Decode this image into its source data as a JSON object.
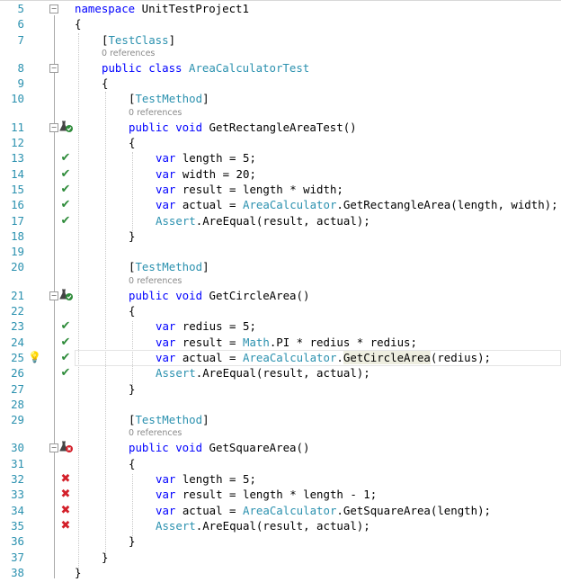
{
  "colors": {
    "keyword": "#0000ff",
    "type": "#2b91af",
    "plain": "#000000",
    "line_number": "#2b91af",
    "pass": "#2e8b3a",
    "fail": "#d3202a"
  },
  "ref_label": "0 references",
  "lines": [
    {
      "num": "5",
      "fold": true,
      "tokens": [
        [
          "namespace ",
          "k"
        ],
        [
          "UnitTestProject1",
          ""
        ]
      ]
    },
    {
      "num": "6",
      "indent": 0,
      "tokens": [
        [
          "{",
          ""
        ]
      ]
    },
    {
      "num": "7",
      "indent": 1,
      "tokens": [
        [
          "[",
          ""
        ],
        [
          "TestClass",
          "t"
        ],
        [
          "]",
          ""
        ]
      ],
      "refs_after": true
    },
    {
      "num": "8",
      "indent": 1,
      "fold": true,
      "tokens": [
        [
          "public class ",
          "k"
        ],
        [
          "AreaCalculatorTest",
          "t"
        ]
      ]
    },
    {
      "num": "9",
      "indent": 1,
      "tokens": [
        [
          "{",
          ""
        ]
      ]
    },
    {
      "num": "10",
      "indent": 2,
      "tokens": [
        [
          "[",
          ""
        ],
        [
          "TestMethod",
          "t"
        ],
        [
          "]",
          ""
        ]
      ],
      "refs_after": true
    },
    {
      "num": "11",
      "indent": 2,
      "fold": true,
      "marker": "flask-pass",
      "tokens": [
        [
          "public void ",
          "k"
        ],
        [
          "GetRectangleAreaTest()",
          ""
        ]
      ]
    },
    {
      "num": "12",
      "indent": 2,
      "tokens": [
        [
          "{",
          ""
        ]
      ]
    },
    {
      "num": "13",
      "indent": 3,
      "marker": "pass",
      "tokens": [
        [
          "var ",
          "k"
        ],
        [
          "length = 5;",
          ""
        ]
      ]
    },
    {
      "num": "14",
      "indent": 3,
      "marker": "pass",
      "tokens": [
        [
          "var ",
          "k"
        ],
        [
          "width = 20;",
          ""
        ]
      ]
    },
    {
      "num": "15",
      "indent": 3,
      "marker": "pass",
      "tokens": [
        [
          "var ",
          "k"
        ],
        [
          "result = length * width;",
          ""
        ]
      ]
    },
    {
      "num": "16",
      "indent": 3,
      "marker": "pass",
      "tokens": [
        [
          "var ",
          "k"
        ],
        [
          "actual = ",
          ""
        ],
        [
          "AreaCalculator",
          "t"
        ],
        [
          ".GetRectangleArea(length, width);",
          ""
        ]
      ]
    },
    {
      "num": "17",
      "indent": 3,
      "marker": "pass",
      "tokens": [
        [
          "Assert",
          "t"
        ],
        [
          ".AreEqual(result, actual);",
          ""
        ]
      ]
    },
    {
      "num": "18",
      "indent": 2,
      "tokens": [
        [
          "}",
          ""
        ]
      ]
    },
    {
      "num": "19",
      "tokens": []
    },
    {
      "num": "20",
      "indent": 2,
      "tokens": [
        [
          "[",
          ""
        ],
        [
          "TestMethod",
          "t"
        ],
        [
          "]",
          ""
        ]
      ],
      "refs_after": true
    },
    {
      "num": "21",
      "indent": 2,
      "fold": true,
      "marker": "flask-pass",
      "tokens": [
        [
          "public void ",
          "k"
        ],
        [
          "GetCircleArea()",
          ""
        ]
      ]
    },
    {
      "num": "22",
      "indent": 2,
      "tokens": [
        [
          "{",
          ""
        ]
      ]
    },
    {
      "num": "23",
      "indent": 3,
      "marker": "pass",
      "tokens": [
        [
          "var ",
          "k"
        ],
        [
          "redius = 5;",
          ""
        ]
      ]
    },
    {
      "num": "24",
      "indent": 3,
      "marker": "pass",
      "tokens": [
        [
          "var ",
          "k"
        ],
        [
          "result = ",
          ""
        ],
        [
          "Math",
          "t"
        ],
        [
          ".PI * redius * redius;",
          ""
        ]
      ]
    },
    {
      "num": "25",
      "indent": 3,
      "marker": "pass",
      "current": true,
      "bulb": true,
      "tokens": [
        [
          "var ",
          "k"
        ],
        [
          "actual = ",
          ""
        ],
        [
          "AreaCalculator",
          "t"
        ],
        [
          ".",
          ""
        ],
        [
          "GetCircleArea",
          "h"
        ],
        [
          "(redius);",
          ""
        ]
      ]
    },
    {
      "num": "26",
      "indent": 3,
      "marker": "pass",
      "tokens": [
        [
          "Assert",
          "t"
        ],
        [
          ".AreEqual(result, actual);",
          ""
        ]
      ]
    },
    {
      "num": "27",
      "indent": 2,
      "tokens": [
        [
          "}",
          ""
        ]
      ]
    },
    {
      "num": "28",
      "tokens": []
    },
    {
      "num": "29",
      "indent": 2,
      "tokens": [
        [
          "[",
          ""
        ],
        [
          "TestMethod",
          "t"
        ],
        [
          "]",
          ""
        ]
      ],
      "refs_after": true
    },
    {
      "num": "30",
      "indent": 2,
      "fold": true,
      "marker": "flask-fail",
      "tokens": [
        [
          "public void ",
          "k"
        ],
        [
          "GetSquareArea()",
          ""
        ]
      ]
    },
    {
      "num": "31",
      "indent": 2,
      "tokens": [
        [
          "{",
          ""
        ]
      ]
    },
    {
      "num": "32",
      "indent": 3,
      "marker": "fail",
      "tokens": [
        [
          "var ",
          "k"
        ],
        [
          "length = 5;",
          ""
        ]
      ]
    },
    {
      "num": "33",
      "indent": 3,
      "marker": "fail",
      "tokens": [
        [
          "var ",
          "k"
        ],
        [
          "result = length * length - 1;",
          ""
        ]
      ]
    },
    {
      "num": "34",
      "indent": 3,
      "marker": "fail",
      "tokens": [
        [
          "var ",
          "k"
        ],
        [
          "actual = ",
          ""
        ],
        [
          "AreaCalculator",
          "t"
        ],
        [
          ".GetSquareArea(length);",
          ""
        ]
      ]
    },
    {
      "num": "35",
      "indent": 3,
      "marker": "fail",
      "tokens": [
        [
          "Assert",
          "t"
        ],
        [
          ".AreEqual(result, actual);",
          ""
        ]
      ]
    },
    {
      "num": "36",
      "indent": 2,
      "tokens": [
        [
          "}",
          ""
        ]
      ]
    },
    {
      "num": "37",
      "indent": 1,
      "tokens": [
        [
          "}",
          ""
        ]
      ]
    },
    {
      "num": "38",
      "indent": 0,
      "tokens": [
        [
          "}",
          ""
        ]
      ]
    }
  ]
}
